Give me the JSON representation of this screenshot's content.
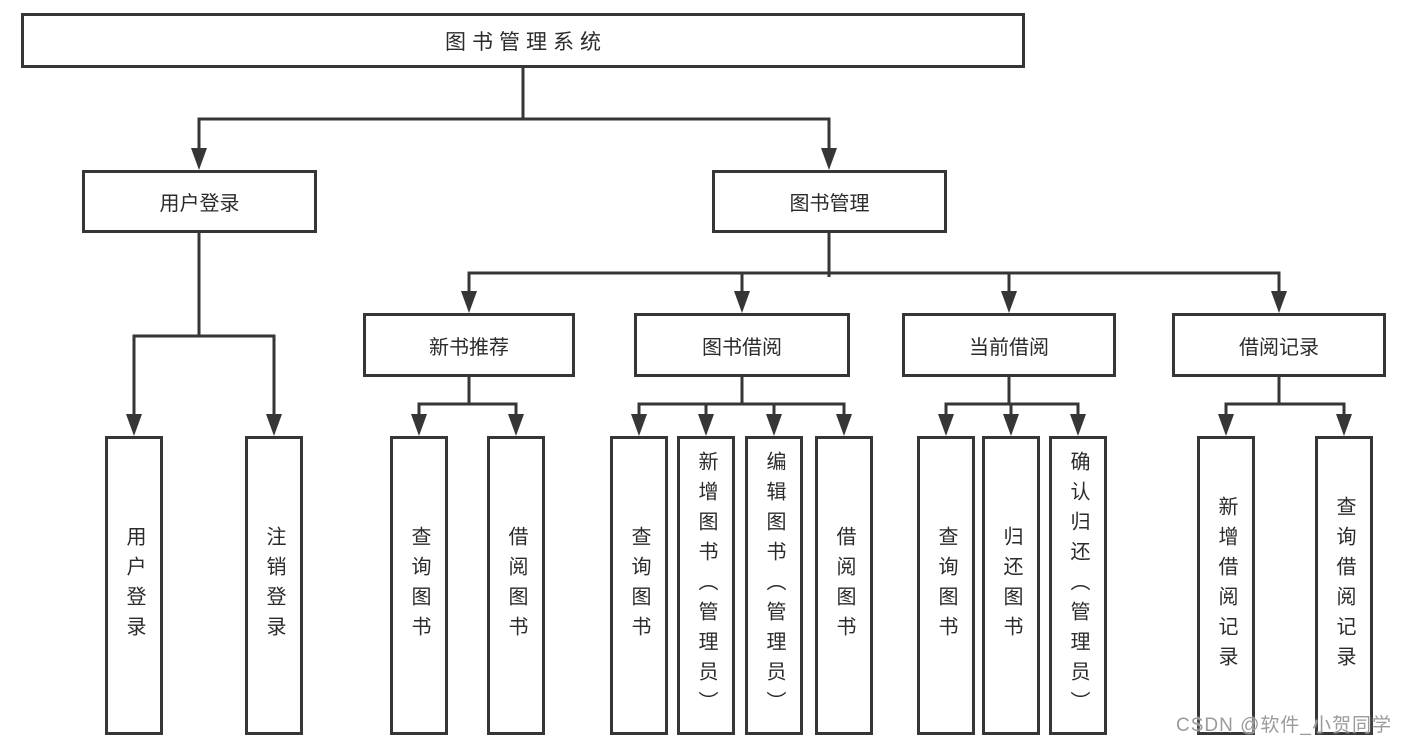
{
  "diagram": {
    "tree": {
      "label": "图书管理系统",
      "children": [
        {
          "label": "用户登录",
          "children": [
            {
              "label": "用户登录"
            },
            {
              "label": "注销登录"
            }
          ]
        },
        {
          "label": "图书管理",
          "children": [
            {
              "label": "新书推荐",
              "children": [
                {
                  "label": "查询图书"
                },
                {
                  "label": "借阅图书"
                }
              ]
            },
            {
              "label": "图书借阅",
              "children": [
                {
                  "label": "查询图书"
                },
                {
                  "label": "新增图书（管理员）"
                },
                {
                  "label": "编辑图书（管理员）"
                },
                {
                  "label": "借阅图书"
                }
              ]
            },
            {
              "label": "当前借阅",
              "children": [
                {
                  "label": "查询图书"
                },
                {
                  "label": "归还图书"
                },
                {
                  "label": "确认归还（管理员）"
                }
              ]
            },
            {
              "label": "借阅记录",
              "children": [
                {
                  "label": "新增借阅记录"
                },
                {
                  "label": "查询借阅记录"
                }
              ]
            }
          ]
        }
      ]
    },
    "colors": {
      "line": "#363636",
      "text": "#2b2b2b",
      "box_background": "#ffffff",
      "watermark": "#9b9b9b"
    }
  },
  "watermark": {
    "text": "CSDN @软件_小贺同学"
  }
}
